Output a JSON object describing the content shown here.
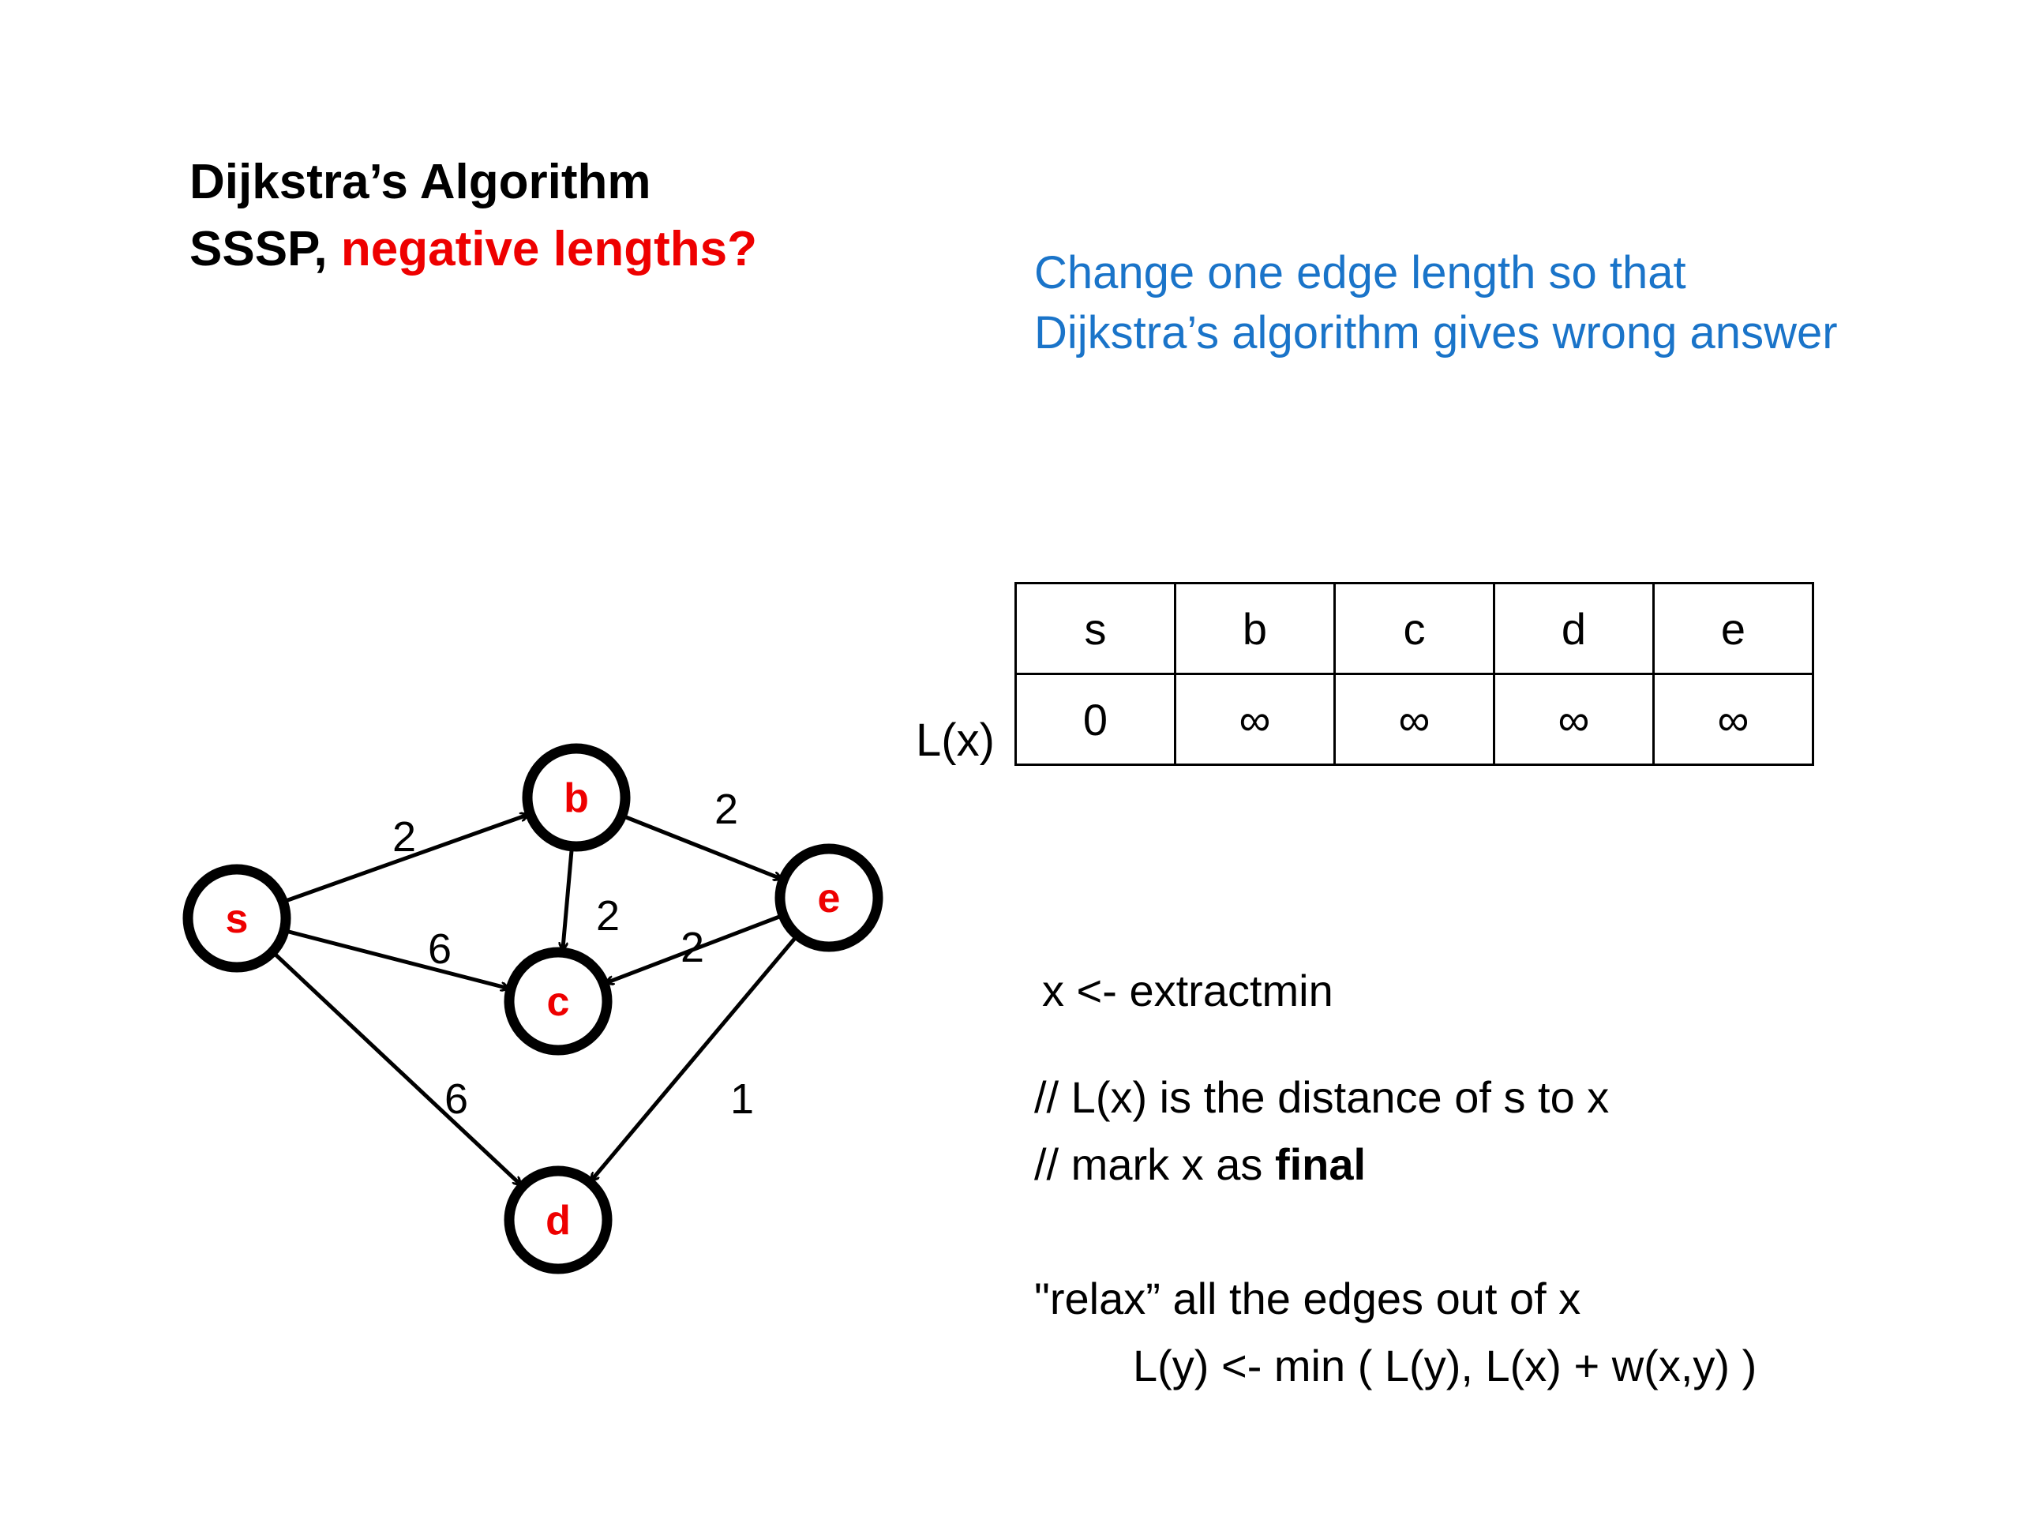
{
  "title": {
    "line1": "Dijkstra’s Algorithm",
    "line2_prefix": "SSSP, ",
    "line2_highlight": "negative lengths?"
  },
  "prompt": {
    "line1": "Change one edge length so that",
    "line2": "Dijkstra’s algorithm gives wrong answer"
  },
  "table": {
    "row_label": "L(x)",
    "headers": [
      "s",
      "b",
      "c",
      "d",
      "e"
    ],
    "values": [
      "0",
      "∞",
      "∞",
      "∞",
      "∞"
    ]
  },
  "graph": {
    "nodes": [
      {
        "id": "s",
        "label": "s"
      },
      {
        "id": "b",
        "label": "b"
      },
      {
        "id": "c",
        "label": "c"
      },
      {
        "id": "d",
        "label": "d"
      },
      {
        "id": "e",
        "label": "e"
      }
    ],
    "edges": [
      {
        "from": "s",
        "to": "b",
        "weight": "2"
      },
      {
        "from": "s",
        "to": "c",
        "weight": "6"
      },
      {
        "from": "s",
        "to": "d",
        "weight": "6"
      },
      {
        "from": "b",
        "to": "c",
        "weight": "2"
      },
      {
        "from": "b",
        "to": "e",
        "weight": "2"
      },
      {
        "from": "e",
        "to": "c",
        "weight": "2"
      },
      {
        "from": "e",
        "to": "d",
        "weight": "1"
      }
    ]
  },
  "code": {
    "line1": "x <- extractmin",
    "line2": "// L(x) is the distance of s to x",
    "line3_prefix": "// mark x as ",
    "line3_bold": "final",
    "line4": "\"relax” all the edges out of x",
    "line5": "L(y) <- min ( L(y),  L(x) + w(x,y) )"
  },
  "colors": {
    "node_label": "#ee0000",
    "title_highlight": "#ee0000",
    "prompt": "#1a74c9"
  }
}
